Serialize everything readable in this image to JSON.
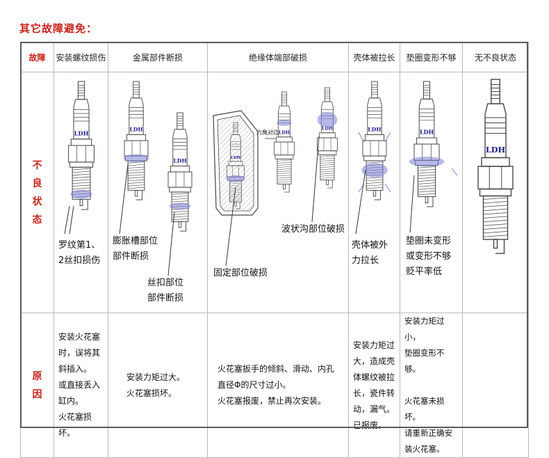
{
  "title": "其它故障避免：",
  "header": {
    "row_label": "故障",
    "columns": [
      "安装螺纹损伤",
      "金属部件断损",
      "绝缘体端部破损",
      "壳体被拉长",
      "垫圈变形不够",
      "无不良状态"
    ]
  },
  "row_bad": {
    "label": [
      "不",
      "良",
      "状",
      "态"
    ],
    "brand": "LDH",
    "thread_damage": [
      "罗纹第1、",
      "2丝扣损伤"
    ],
    "metal_break_1": [
      "膨胀槽部位",
      "部件断损"
    ],
    "metal_break_2": [
      "丝扣部位",
      "部件断损"
    ],
    "hex_label": "六角对边",
    "insulator_1": "固定部位破损",
    "insulator_2": "波状沟部位破损",
    "shell_stretch": [
      "壳体被外",
      "力拉长"
    ],
    "gasket": [
      "垫圈未变形",
      "或变形不够",
      "贬平率低"
    ]
  },
  "row_cause": {
    "label": [
      "原",
      "因"
    ],
    "thread_damage": [
      "安装火花塞",
      "时，误将其",
      "斜插入。",
      "或直接丢入",
      "缸内。",
      "火花塞损坏。"
    ],
    "metal_break": [
      "安装力矩过大。",
      "火花塞损坏。"
    ],
    "insulator": [
      "火花塞扳手的倾斜、滑动、内孔",
      "直径Φ的尺寸过小。",
      "火花塞报废，禁止再次安装。"
    ],
    "shell_stretch": [
      "安装力矩过",
      "大，造成壳",
      "体螺纹被拉",
      "长，瓷件转",
      "动，漏气。",
      "已报废。"
    ],
    "gasket": [
      "安装力矩过小，",
      "垫圈变形不够。",
      "",
      "火花塞未损坏。",
      "请重新正确安",
      "装火花塞。"
    ]
  },
  "colors": {
    "accent": "#c8241d",
    "highlight": "#7b7fd6",
    "line": "#444444"
  }
}
